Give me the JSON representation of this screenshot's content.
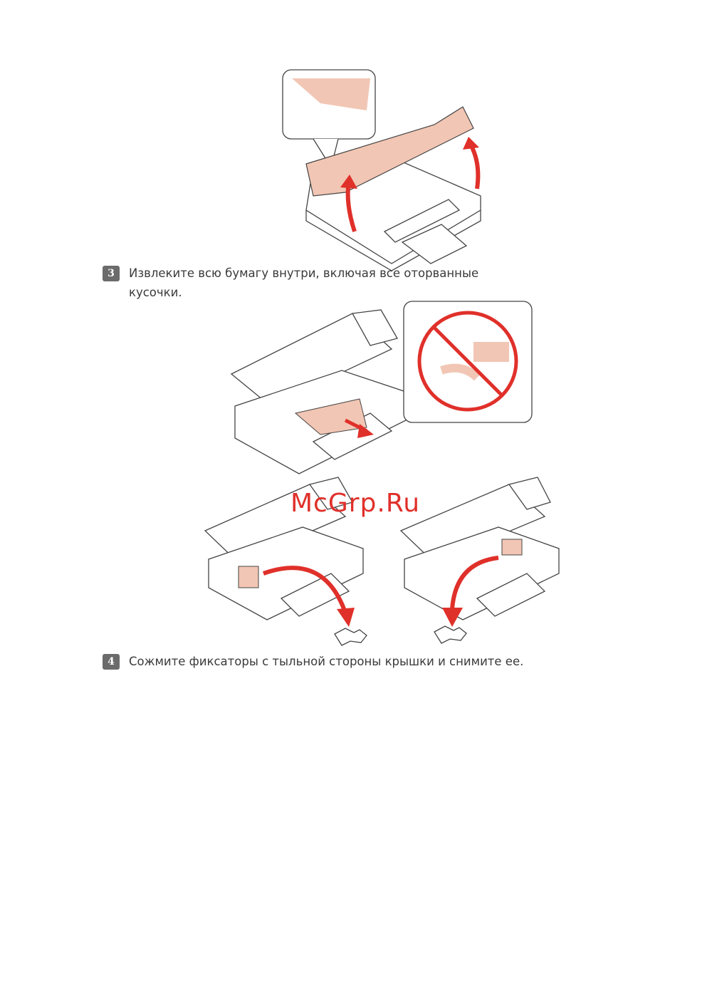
{
  "steps": [
    {
      "number": "3",
      "text": "Извлеките всю бумагу внутри, включая все оторванные кусочки."
    },
    {
      "number": "4",
      "text": "Сожмите фиксаторы с тыльной стороны крышки и снимите ее."
    }
  ],
  "watermark": "McGrp.Ru",
  "colors": {
    "arrow": "#e0302a",
    "paper": "#f2c6b4",
    "badge": "#6b6b6b"
  }
}
